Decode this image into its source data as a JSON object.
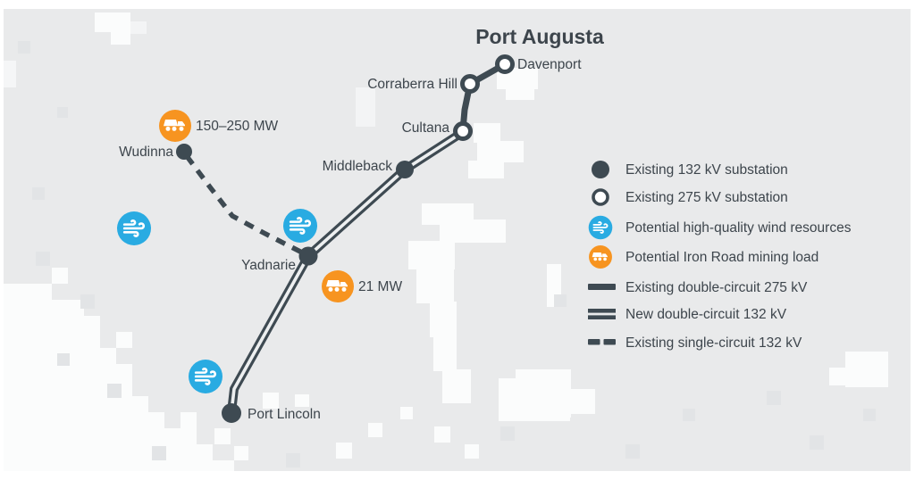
{
  "map": {
    "title": "Port Augusta",
    "labels": {
      "davenport": "Davenport",
      "corraberra_hill": "Corraberra Hill",
      "cultana": "Cultana",
      "middleback": "Middleback",
      "wudinna": "Wudinna",
      "yadnarie": "Yadnarie",
      "port_lincoln": "Port Lincoln"
    },
    "mining_loads": {
      "north": "150–250 MW",
      "south": "21 MW"
    }
  },
  "legend": {
    "items": [
      {
        "icon": "filled-circle",
        "label": "Existing 132 kV substation"
      },
      {
        "icon": "open-circle",
        "label": "Existing 275 kV substation"
      },
      {
        "icon": "wind",
        "label": "Potential high-quality wind resources"
      },
      {
        "icon": "truck",
        "label": "Potential Iron Road mining load"
      },
      {
        "icon": "solid-line",
        "label": "Existing double-circuit 275 kV"
      },
      {
        "icon": "double-line",
        "label": "New double-circuit 132 kV"
      },
      {
        "icon": "dashed-line",
        "label": "Existing single-circuit 132 kV"
      }
    ]
  },
  "colors": {
    "network_dark": "#3E4A52",
    "wind_blue": "#29ABE2",
    "mining_orange": "#F79420",
    "map_background": "#E9EAEB",
    "terrain_patch_white": "#FBFCFC"
  }
}
